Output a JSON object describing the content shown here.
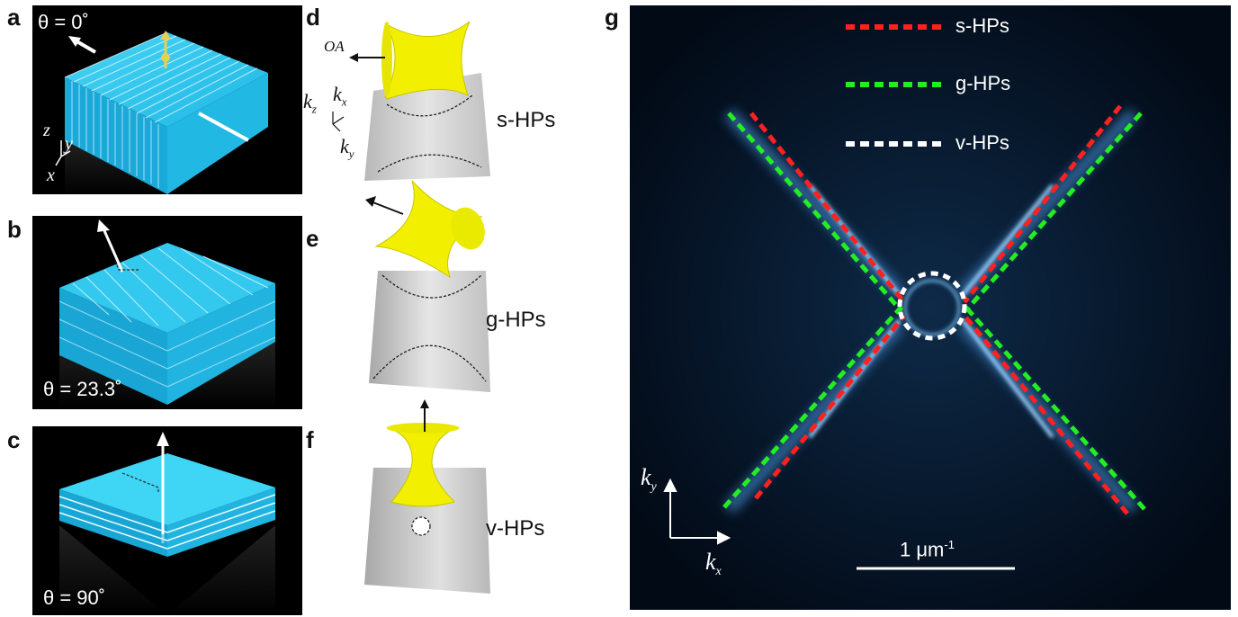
{
  "panels": {
    "a": {
      "letter": "a",
      "theta_label": "θ = 0˚"
    },
    "b": {
      "letter": "b",
      "theta_label": "θ = 23.3˚"
    },
    "c": {
      "letter": "c",
      "theta_label": "θ = 90˚"
    },
    "d": {
      "letter": "d",
      "oa_label": "OA",
      "hp_label": "s-HPs",
      "kx": "k",
      "kx_sub": "x",
      "ky": "k",
      "ky_sub": "y",
      "kz": "k",
      "kz_sub": "z"
    },
    "e": {
      "letter": "e",
      "hp_label": "g-HPs"
    },
    "f": {
      "letter": "f",
      "hp_label": "v-HPs"
    },
    "g": {
      "letter": "g"
    }
  },
  "axes_a": {
    "z": "z",
    "y": "y",
    "x": "x"
  },
  "legend": [
    {
      "label": "s-HPs",
      "color": "#ff2020"
    },
    {
      "label": "g-HPs",
      "color": "#22ee22"
    },
    {
      "label": "v-HPs",
      "color": "#ffffff"
    }
  ],
  "g_axes": {
    "ky": "k",
    "ky_sub": "y",
    "kx": "k",
    "kx_sub": "x"
  },
  "scale_bar": {
    "text": "1 μm",
    "sup": "-1"
  },
  "colors": {
    "slab": "#34c6ea",
    "slab_top": "#2fd0f2",
    "hyperboloid": "#f2f000",
    "dark_bg": "#000000",
    "map_bg": "#020a16",
    "glow": "#6fb4e6"
  }
}
